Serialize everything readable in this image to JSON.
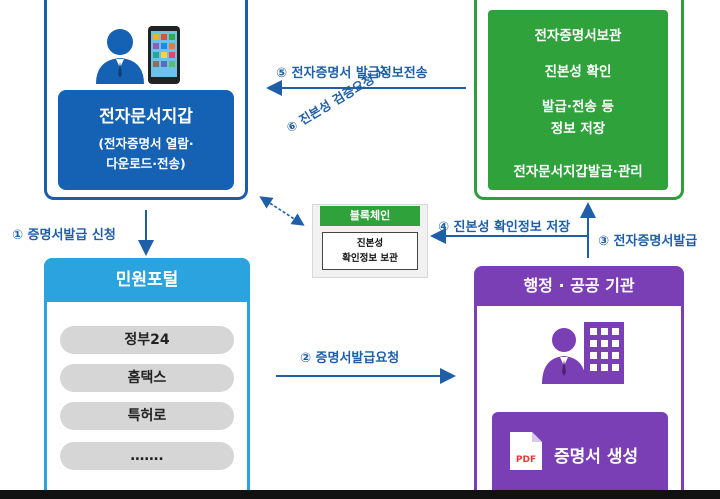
{
  "wallet": {
    "title": "전자문서지갑",
    "desc_line1": "(전자증명서 열람·",
    "desc_line2": "다운로드·전송)"
  },
  "repository": {
    "line1": "전자증명서보관",
    "line2": "진본성 확인",
    "line3a": "발급·전송 등",
    "line3b": "정보 저장",
    "line4": "전자문서지갑발급·관리"
  },
  "portal": {
    "title": "민원포털",
    "items": [
      "정부24",
      "홈택스",
      "특허로",
      "……."
    ]
  },
  "agency": {
    "title": "행정 · 공공 기관",
    "cert_label": "증명서 생성",
    "pdf_text": "PDF"
  },
  "blockchain": {
    "title": "블록체인",
    "inner_line1": "진본성",
    "inner_line2": "확인정보 보관"
  },
  "flows": {
    "step1": "① 증명서발급 신청",
    "step2": "② 증명서발급요청",
    "step3": "③ 전자증명서발급",
    "step4": "④ 진본성 확인정보 저장",
    "step5": "⑤ 전자증명서 발급정보전송",
    "step6": "⑥ 진본성 검증요청 시"
  },
  "colors": {
    "wallet_blue": "#1561b3",
    "repo_green": "#2fa23c",
    "portal_cyan": "#2aa3df",
    "agency_purple": "#7a3fb5",
    "label_blue": "#1e5fa8"
  },
  "icons": [
    "person-icon",
    "smartphone-icon",
    "building-icon",
    "pdf-icon"
  ]
}
